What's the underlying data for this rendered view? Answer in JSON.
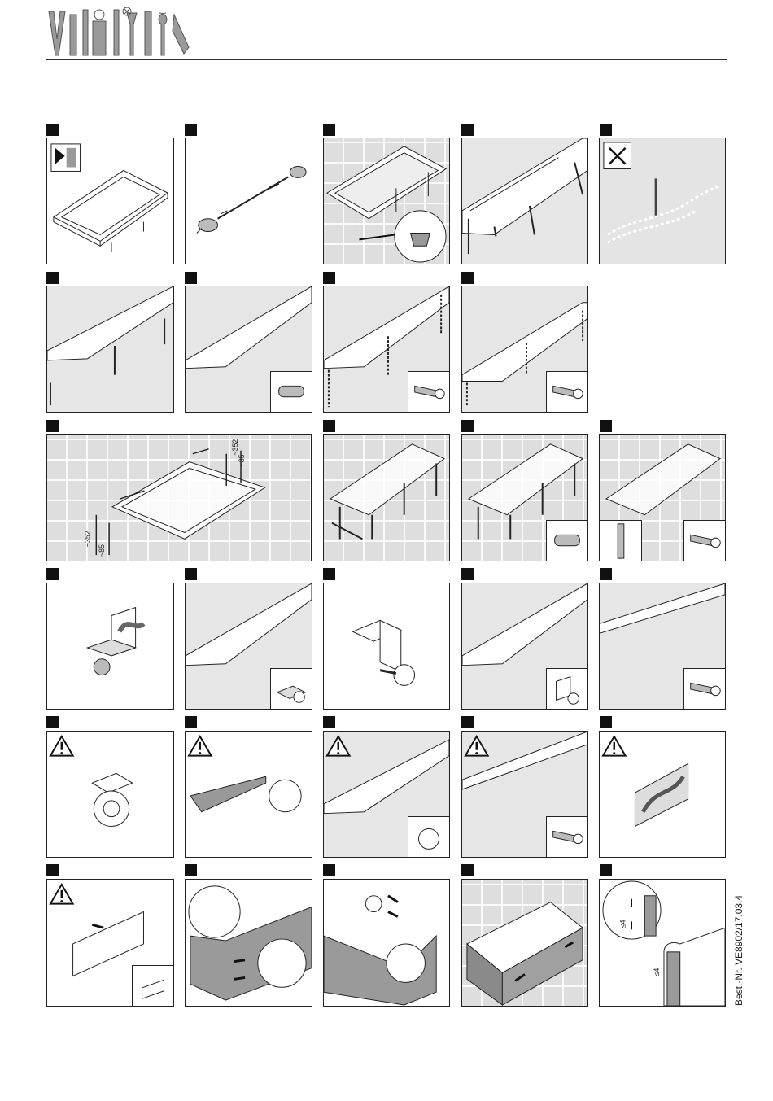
{
  "order_number": "Best.-Nr. VE8902/17.03.4",
  "dimensions": {
    "leg_height_large": "~352",
    "leg_height_small": "~85",
    "gap_max_a": "≤4",
    "gap_max_b": "≤4"
  },
  "colors": {
    "panel_border": "#222222",
    "tile_background": "#dedede",
    "step_marker": "#111111",
    "tub_panel_gray": "#9a9a9a"
  },
  "icons": {
    "logo": "villeroy-tools-logo",
    "warning": "warning-triangle-icon",
    "no_drill": "cross-box-icon",
    "read_manual": "manual-page-icon"
  }
}
